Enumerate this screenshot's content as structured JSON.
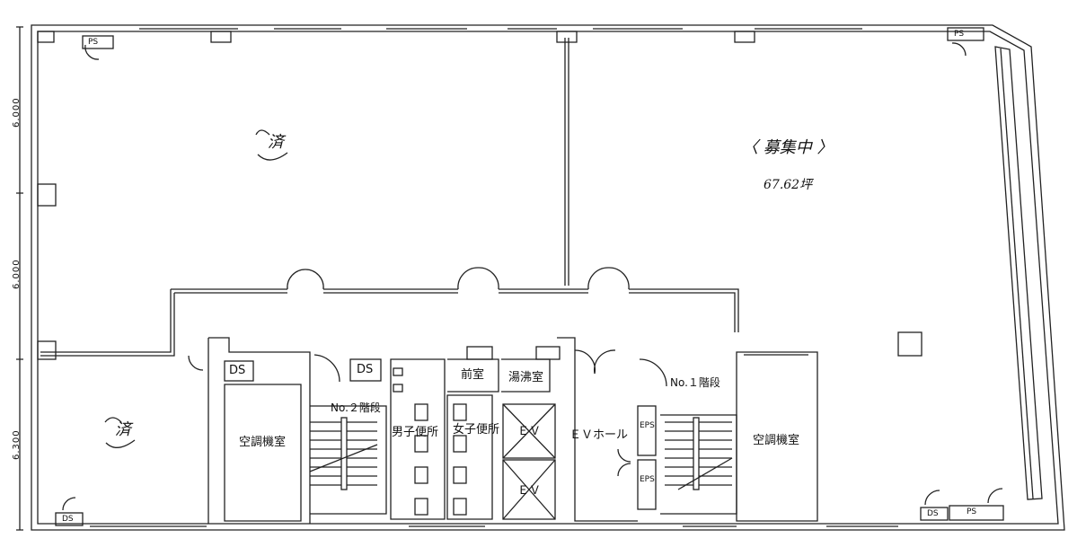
{
  "dimensions": {
    "left": [
      "6.000",
      "6.000",
      "6.300"
    ]
  },
  "rooms": {
    "ps": "PS",
    "ds": "DS",
    "machine_room": "空調機室",
    "stair_2": "No.２階段",
    "stair_1": "No.１階段",
    "men_wc": "男子便所",
    "women_wc": "女子便所",
    "anteroom": "前室",
    "hot_water": "湯沸室",
    "ev": "ＥＶ",
    "ev_hall": "ＥＶホール",
    "eps": "EPS"
  },
  "annotations": {
    "done": "済",
    "recruiting": "〈 募集中 〉",
    "area": "67.62坪"
  },
  "colors": {
    "line": "#222222"
  }
}
